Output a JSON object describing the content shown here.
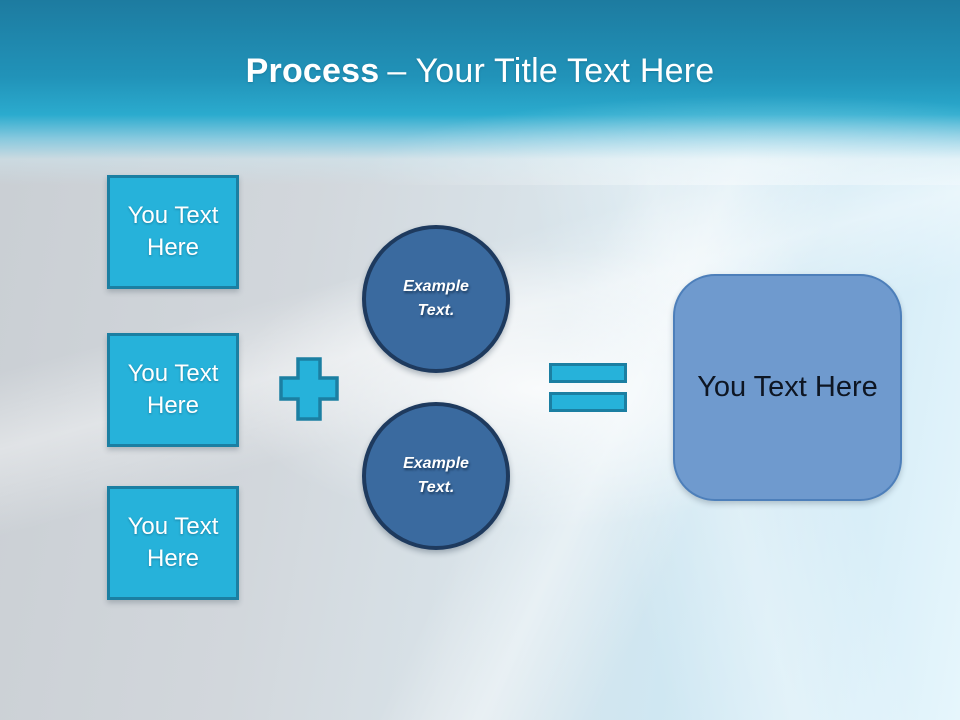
{
  "colors": {
    "header_top": "#1d7ba0",
    "header_mid": "#2193b9",
    "header_cyan": "#2babce",
    "accent_fill": "#26b2da",
    "accent_border": "#1b7fa2",
    "circle_fill": "#3a6a9f",
    "circle_border": "#1e3a5e",
    "result_fill": "#6f9ace",
    "result_border": "#4d7fba",
    "result_text": "#0e1623",
    "title_text": "#ffffff",
    "bg_left": "#c9ced3",
    "bg_right": "#e6f6fc"
  },
  "title": {
    "emphasis": "Process",
    "rest": "– Your Title Text Here"
  },
  "left_boxes": [
    {
      "label": "You Text Here"
    },
    {
      "label": "You Text Here"
    },
    {
      "label": "You Text Here"
    }
  ],
  "circles": [
    {
      "label": "Example Text."
    },
    {
      "label": "Example Text."
    }
  ],
  "icons": {
    "plus": "plus-shape",
    "equals": "equals-shape"
  },
  "result_box": {
    "label": "You Text Here"
  }
}
